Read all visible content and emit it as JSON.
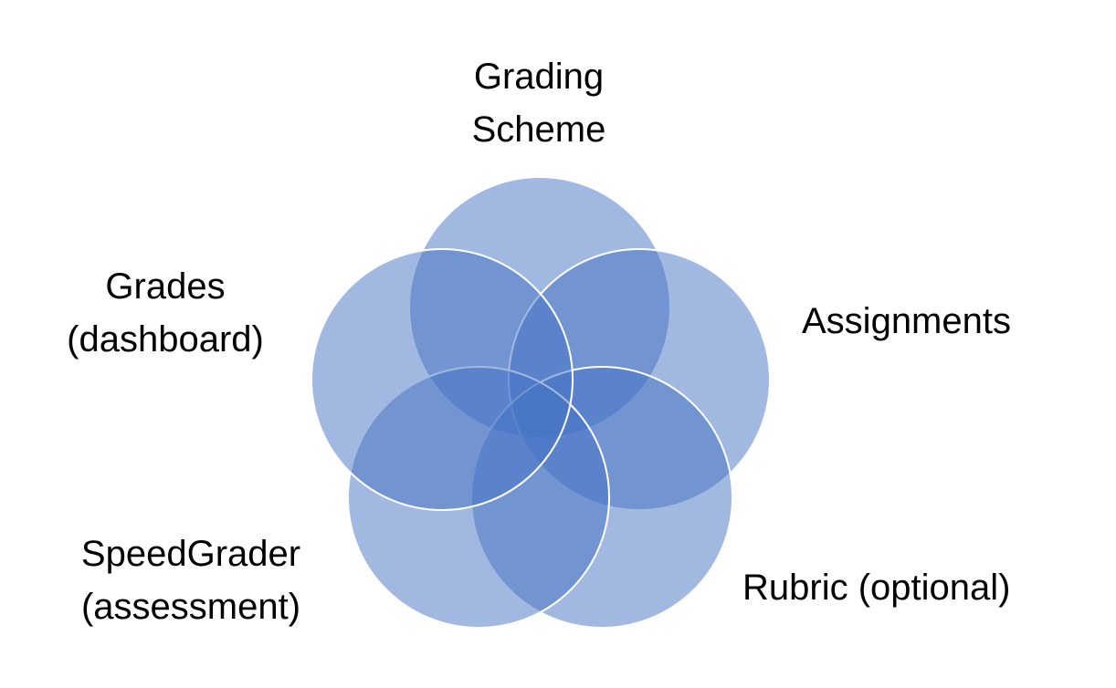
{
  "diagram": {
    "type": "venn",
    "fill_color": "#4472C4",
    "stroke_color": "#FFFFFF",
    "sets": [
      {
        "label_lines": [
          "Grading",
          "Scheme"
        ]
      },
      {
        "label_lines": [
          "Assignments"
        ]
      },
      {
        "label_lines": [
          "Rubric (optional)"
        ]
      },
      {
        "label_lines": [
          "SpeedGrader",
          "(assessment)"
        ]
      },
      {
        "label_lines": [
          "Grades",
          "(dashboard)"
        ]
      }
    ]
  }
}
